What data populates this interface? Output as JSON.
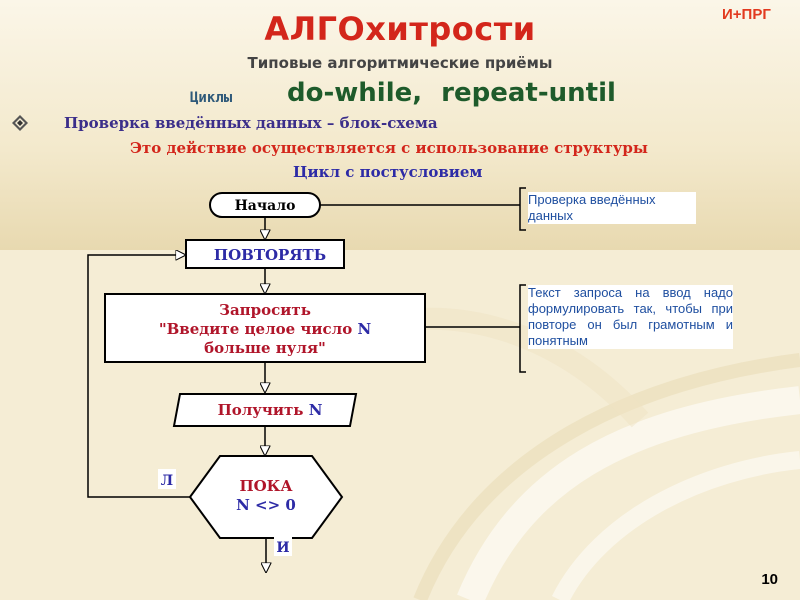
{
  "corner_label": "И+ПРГ",
  "title": "АЛГОхитрости",
  "subtitle": "Типовые алгоритмические приёмы",
  "cycles_label": "Циклы",
  "cycles_keywords": "do-while, repeat-until",
  "bullet_text": "Проверка введённых данных – блок-схема",
  "description": "Это действие осуществляется с использование структуры",
  "structure_name": "Цикл с постусловием",
  "flowchart": {
    "start": "Начало",
    "repeat": "ПОВТОРЯТЬ",
    "request_line1": "Запросить",
    "request_line2_prefix": "\"Введите целое число ",
    "request_line2_var": "N",
    "request_line3": "больше нуля\"",
    "receive_prefix": "Получить ",
    "receive_var": "N",
    "while_line1": "ПОКА",
    "while_line2": "N <> 0",
    "false_label": "Л",
    "true_label": "И"
  },
  "notes": {
    "note1": "Проверка введённых данных",
    "note2": "Текст запроса на ввод надо формулировать так, чтобы при повторе он был грамотным и понятным"
  },
  "page_number": "10",
  "colors": {
    "title_red": "#d3261b",
    "flow_blue": "#2d2ba6",
    "block_red": "#b0152a",
    "note_blue": "#1f4fa0"
  }
}
